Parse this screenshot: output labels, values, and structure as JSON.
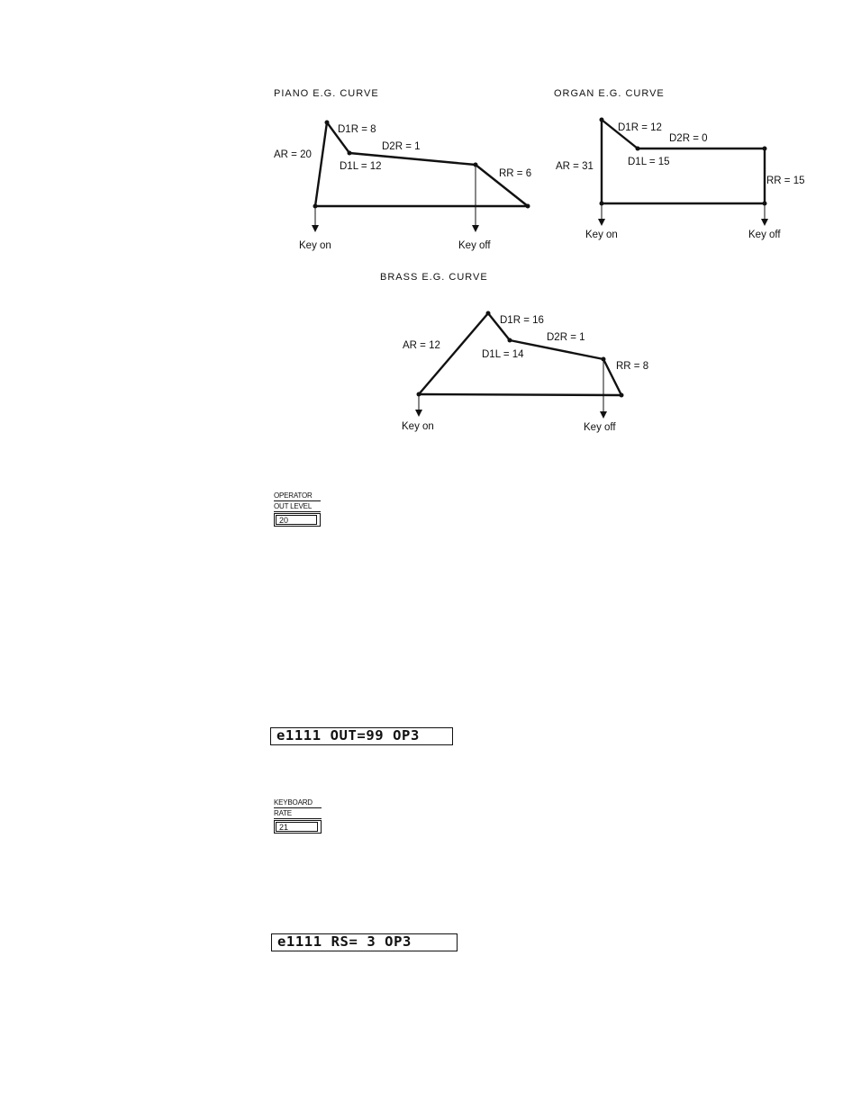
{
  "piano": {
    "title": "PIANO  E.G.  CURVE",
    "ar": "AR = 20",
    "d1r": "D1R = 8",
    "d2r": "D2R = 1",
    "d1l": "D1L = 12",
    "rr": "RR = 6",
    "key_on": "Key on",
    "key_off": "Key off"
  },
  "organ": {
    "title": "ORGAN  E.G.  CURVE",
    "ar": "AR = 31",
    "d1r": "D1R = 12",
    "d2r": "D2R = 0",
    "d1l": "D1L = 15",
    "rr": "RR = 15",
    "key_on": "Key on",
    "key_off": "Key off"
  },
  "brass": {
    "title": "BRASS  E.G.  CURVE",
    "ar": "AR = 12",
    "d1r": "D1R = 16",
    "d2r": "D2R = 1",
    "d1l": "D1L = 14",
    "rr": "RR = 8",
    "key_on": "Key on",
    "key_off": "Key off"
  },
  "operator_panel": {
    "top_label": "OPERATOR",
    "bottom_label": "OUT LEVEL",
    "value": "20"
  },
  "lcd_out": {
    "text": "e1111 OUT=99 OP3"
  },
  "keyboard_panel": {
    "top_label": "KEYBOARD",
    "bottom_label": "RATE",
    "value": "21"
  },
  "lcd_rs": {
    "text": "e1111 RS= 3 OP3"
  }
}
